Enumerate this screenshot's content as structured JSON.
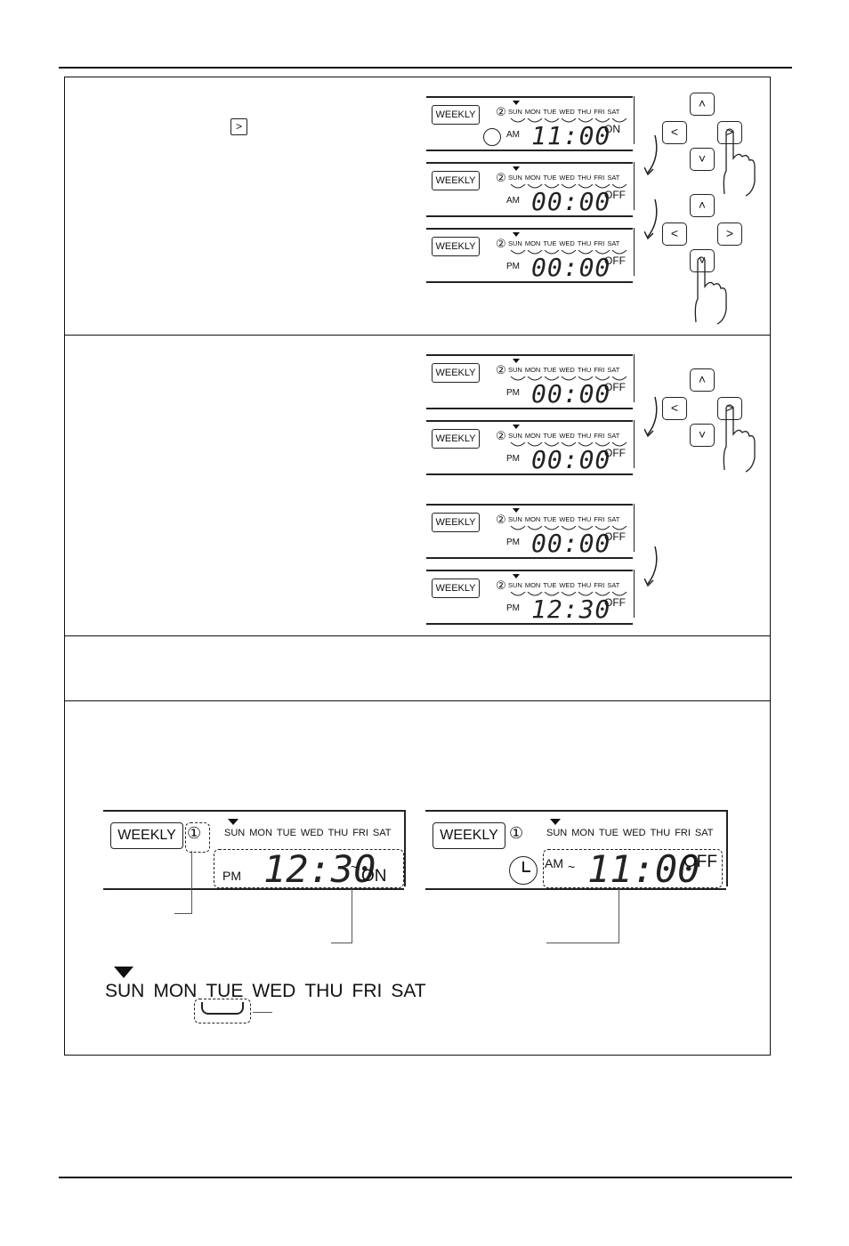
{
  "step_nav_icon": "right-arrow-button-icon",
  "panels": [
    {
      "weekly": "WEEKLY",
      "num": "②",
      "days": [
        "SUN",
        "MON",
        "TUE",
        "WED",
        "THU",
        "FRI",
        "SAT"
      ],
      "ampm": "AM",
      "time": "11:00",
      "state": "ON",
      "clock": true
    },
    {
      "weekly": "WEEKLY",
      "num": "②",
      "days": [
        "SUN",
        "MON",
        "TUE",
        "WED",
        "THU",
        "FRI",
        "SAT"
      ],
      "ampm": "AM",
      "time": "00:00",
      "state": "OFF",
      "clock": false
    },
    {
      "weekly": "WEEKLY",
      "num": "②",
      "days": [
        "SUN",
        "MON",
        "TUE",
        "WED",
        "THU",
        "FRI",
        "SAT"
      ],
      "ampm": "PM",
      "time": "00:00",
      "state": "OFF",
      "clock": false
    },
    {
      "weekly": "WEEKLY",
      "num": "②",
      "days": [
        "SUN",
        "MON",
        "TUE",
        "WED",
        "THU",
        "FRI",
        "SAT"
      ],
      "ampm": "PM",
      "time": "00:00",
      "state": "OFF",
      "clock": false
    },
    {
      "weekly": "WEEKLY",
      "num": "②",
      "days": [
        "SUN",
        "MON",
        "TUE",
        "WED",
        "THU",
        "FRI",
        "SAT"
      ],
      "ampm": "PM",
      "time": "00:00",
      "state": "OFF",
      "clock": false
    },
    {
      "weekly": "WEEKLY",
      "num": "②",
      "days": [
        "SUN",
        "MON",
        "TUE",
        "WED",
        "THU",
        "FRI",
        "SAT"
      ],
      "ampm": "PM",
      "time": "00:00",
      "state": "OFF",
      "clock": false
    },
    {
      "weekly": "WEEKLY",
      "num": "②",
      "days": [
        "SUN",
        "MON",
        "TUE",
        "WED",
        "THU",
        "FRI",
        "SAT"
      ],
      "ampm": "PM",
      "time": "12:30",
      "state": "OFF",
      "clock": false
    }
  ],
  "big_left": {
    "weekly": "WEEKLY",
    "num": "①",
    "days": [
      "SUN",
      "MON",
      "TUE",
      "WED",
      "THU",
      "FRI",
      "SAT"
    ],
    "ampm": "PM",
    "time": "12:30",
    "tilde": "~",
    "state": "ON"
  },
  "big_right": {
    "weekly": "WEEKLY",
    "num": "①",
    "days": [
      "SUN",
      "MON",
      "TUE",
      "WED",
      "THU",
      "FRI",
      "SAT"
    ],
    "ampm": "AM",
    "tilde": "~",
    "time": "11:00",
    "state": "OFF"
  },
  "bottom_days": [
    "SUN",
    "MON",
    "TUE",
    "WED",
    "THU",
    "FRI",
    "SAT"
  ],
  "keys": {
    "up": "^",
    "down": "v",
    "left": "<",
    "right": ">"
  }
}
